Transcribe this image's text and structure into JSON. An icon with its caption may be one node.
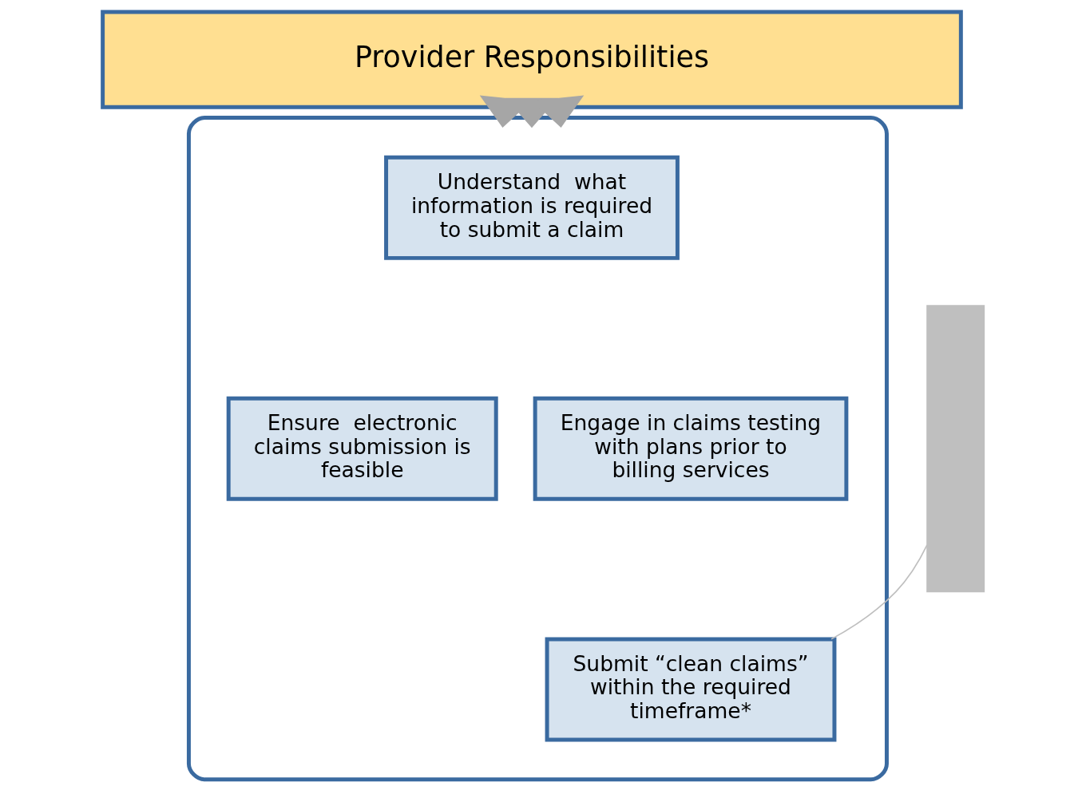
{
  "diagram": {
    "nodes": [
      {
        "text": [
          "Provider Responsibilities"
        ]
      },
      {
        "text": [],
        "shape": "box"
      },
      {
        "text": [
          "Understand  what information is required to submit a claim"
        ],
        "in": 1
      },
      {
        "text": [
          "Ensure  electronic claims submission is feasible"
        ],
        "in": 1
      },
      {
        "text": [
          "Engage in claims testing with plans prior to billing services"
        ],
        "in": 1
      },
      {
        "text": [
          "Submit “clean claims” within the required timeframe*"
        ],
        "in": 1
      },
      {
        "text": [],
        "shape": "box"
      }
    ],
    "edges": [
      {
        "from": 0,
        "to": 1,
        "arrow": "to",
        "style": "thick",
        "color": "#a6a6a6"
      },
      {
        "from": 0,
        "to": 1,
        "arrow": "to",
        "style": "thick",
        "color": "#a6a6a6"
      },
      {
        "from": 0,
        "to": 1,
        "arrow": "to",
        "style": "thick",
        "color": "#a6a6a6"
      },
      {
        "from": 6,
        "to": 5,
        "arrow": "none",
        "color": "#bfbfbf"
      }
    ]
  }
}
